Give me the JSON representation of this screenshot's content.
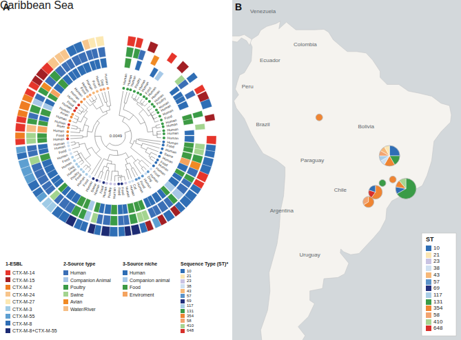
{
  "diagram": {
    "labels": [
      "A",
      "B",
      "0.0049",
      "Human",
      "Human",
      "Human",
      "Poultry",
      "Human",
      "Human",
      "Food",
      "Human",
      "Human",
      "Human",
      "Poultry",
      "Human",
      "Human",
      "Human",
      "Food",
      "Human",
      "Human",
      "Human",
      "Human",
      "Human",
      "Human",
      "Food",
      "Human",
      "Swine",
      "Human",
      "Food",
      "Human",
      "Human",
      "Food",
      "Human",
      "Dog",
      "Human",
      "Food",
      "Human",
      "Cat",
      "Human",
      "Human",
      "Food",
      "Food",
      "Human",
      "Poultry",
      "Human",
      "Food",
      "Human",
      "Swine",
      "Human",
      "Food",
      "Human",
      "Food",
      "Poultry",
      "Human",
      "Dog",
      "Human",
      "Food",
      "Human",
      "Food",
      "Human",
      "Human",
      "Human",
      "Food",
      "Human",
      "River",
      "Human",
      "Human",
      "Avian",
      "Human",
      "Human",
      "Food",
      "Human",
      "Human",
      "Human",
      "Food",
      "Human",
      "Human",
      "Food",
      "Human",
      "Dog",
      "Human",
      "1-ESBL",
      "2-Source type",
      "3-Source niche",
      "Sequence Type (ST)*",
      "ST",
      "Caribbean Sea",
      "Venezuela",
      "Colombia",
      "Ecuador",
      "Peru",
      "Brazil",
      "Bolivia",
      "Paraguay",
      "Chile",
      "Argentina",
      "Uruguay"
    ],
    "legend": [
      {
        "text": "CTX-M-14",
        "color": "#e6352b"
      },
      {
        "text": "CTX-M-15",
        "color": "#a31f24"
      },
      {
        "text": "CTX-M-2",
        "color": "#f07d22"
      },
      {
        "text": "CTX-M-24",
        "color": "#f7c58c"
      },
      {
        "text": "CTX-M-27",
        "color": "#fce8b2"
      },
      {
        "text": "CTX-M-3",
        "color": "#9fcbe6"
      },
      {
        "text": "CTX-M-55",
        "color": "#5d9fd1"
      },
      {
        "text": "CTX-M-8",
        "color": "#2f6eb5"
      },
      {
        "text": "CTX-M-8+CTX-M-55",
        "color": "#1d2b73"
      },
      {
        "text": "Human",
        "color": "#3b6fb6"
      },
      {
        "text": "Companion Animal",
        "color": "#a7c6e7"
      },
      {
        "text": "Poultry",
        "color": "#3a9b47"
      },
      {
        "text": "Swine",
        "color": "#a3d48f"
      },
      {
        "text": "Avian",
        "color": "#f08a24"
      },
      {
        "text": "Water/River",
        "color": "#f6bd84"
      },
      {
        "text": "Human",
        "color": "#2e6db4"
      },
      {
        "text": "Companion animal",
        "color": "#a6c9e8"
      },
      {
        "text": "Food",
        "color": "#3d9a43"
      },
      {
        "text": "Enviroment",
        "color": "#f4a35f"
      },
      {
        "text": "10",
        "color": "#2f6eb5"
      },
      {
        "text": "21",
        "color": "#fbe6b3"
      },
      {
        "text": "23",
        "color": "#c9c3e3"
      },
      {
        "text": "38",
        "color": "#cfe0f1"
      },
      {
        "text": "43",
        "color": "#f6b878"
      },
      {
        "text": "57",
        "color": "#5b93c9"
      },
      {
        "text": "69",
        "color": "#23307c"
      },
      {
        "text": "117",
        "color": "#a9cde7"
      },
      {
        "text": "131",
        "color": "#3a9b47"
      },
      {
        "text": "354",
        "color": "#ef8533"
      },
      {
        "text": "58",
        "color": "#f3a470"
      },
      {
        "text": "410",
        "color": "#a8d591"
      },
      {
        "text": "648",
        "color": "#d7302a"
      },
      {
        "text": "10",
        "color": "#2f6eb5"
      },
      {
        "text": "21",
        "color": "#fbe6b3"
      },
      {
        "text": "23",
        "color": "#c9c3e3"
      },
      {
        "text": "38",
        "color": "#cfe0f1"
      },
      {
        "text": "43",
        "color": "#f6b878"
      },
      {
        "text": "57",
        "color": "#5b93c9"
      },
      {
        "text": "69",
        "color": "#23307c"
      },
      {
        "text": "117",
        "color": "#a9cde7"
      },
      {
        "text": "131",
        "color": "#3a9b47"
      },
      {
        "text": "354",
        "color": "#ef8533"
      },
      {
        "text": "58",
        "color": "#f3a470"
      },
      {
        "text": "410",
        "color": "#a8d591"
      },
      {
        "text": "648",
        "color": "#d7302a"
      }
    ]
  }
}
